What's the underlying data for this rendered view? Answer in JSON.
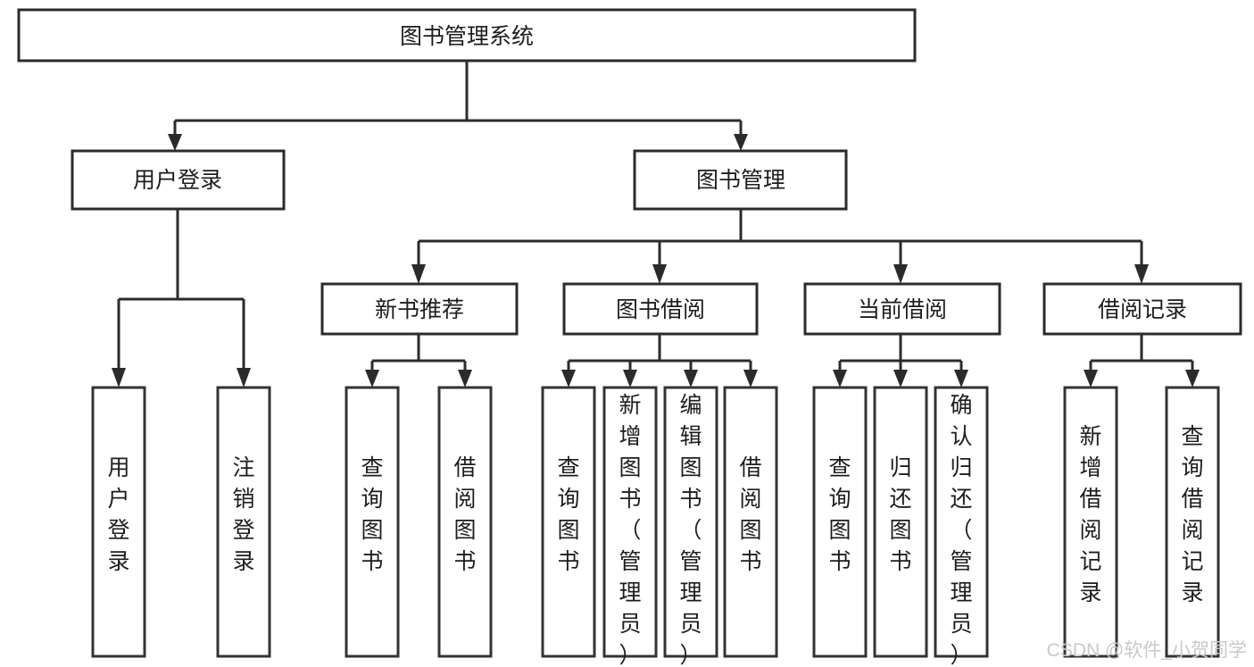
{
  "diagram": {
    "title": "图书管理系统",
    "type": "hierarchy-tree",
    "root": {
      "id": "root",
      "label": "图书管理系统"
    },
    "level2": [
      {
        "id": "user-login",
        "label": "用户登录"
      },
      {
        "id": "book-manage",
        "label": "图书管理"
      }
    ],
    "level3": [
      {
        "id": "new-book-rec",
        "label": "新书推荐",
        "parent": "book-manage"
      },
      {
        "id": "book-borrow",
        "label": "图书借阅",
        "parent": "book-manage"
      },
      {
        "id": "current-borrow",
        "label": "当前借阅",
        "parent": "book-manage"
      },
      {
        "id": "borrow-record",
        "label": "借阅记录",
        "parent": "book-manage"
      }
    ],
    "leaves": [
      {
        "id": "leaf-user-login",
        "label": "用户登录",
        "parent": "user-login"
      },
      {
        "id": "leaf-user-logout",
        "label": "注销登录",
        "parent": "user-login"
      },
      {
        "id": "leaf-query-book-1",
        "label": "查询图书",
        "parent": "new-book-rec"
      },
      {
        "id": "leaf-borrow-book-1",
        "label": "借阅图书",
        "parent": "new-book-rec"
      },
      {
        "id": "leaf-query-book-2",
        "label": "查询图书",
        "parent": "book-borrow"
      },
      {
        "id": "leaf-add-book",
        "label": "新增图书（管理员）",
        "parent": "book-borrow"
      },
      {
        "id": "leaf-edit-book",
        "label": "编辑图书（管理员）",
        "parent": "book-borrow"
      },
      {
        "id": "leaf-borrow-book-2",
        "label": "借阅图书",
        "parent": "book-borrow"
      },
      {
        "id": "leaf-query-book-3",
        "label": "查询图书",
        "parent": "current-borrow"
      },
      {
        "id": "leaf-return-book",
        "label": "归还图书",
        "parent": "current-borrow"
      },
      {
        "id": "leaf-confirm-return",
        "label": "确认归还（管理员）",
        "parent": "current-borrow"
      },
      {
        "id": "leaf-add-record",
        "label": "新增借阅记录",
        "parent": "borrow-record"
      },
      {
        "id": "leaf-query-record",
        "label": "查询借阅记录",
        "parent": "borrow-record"
      }
    ]
  },
  "watermark": {
    "text": "CSDN @软件_小贺同学"
  },
  "colors": {
    "stroke": "#2b2b2b",
    "background": "#ffffff",
    "text": "#1d1d1d",
    "watermark": "#c9c9c9"
  }
}
